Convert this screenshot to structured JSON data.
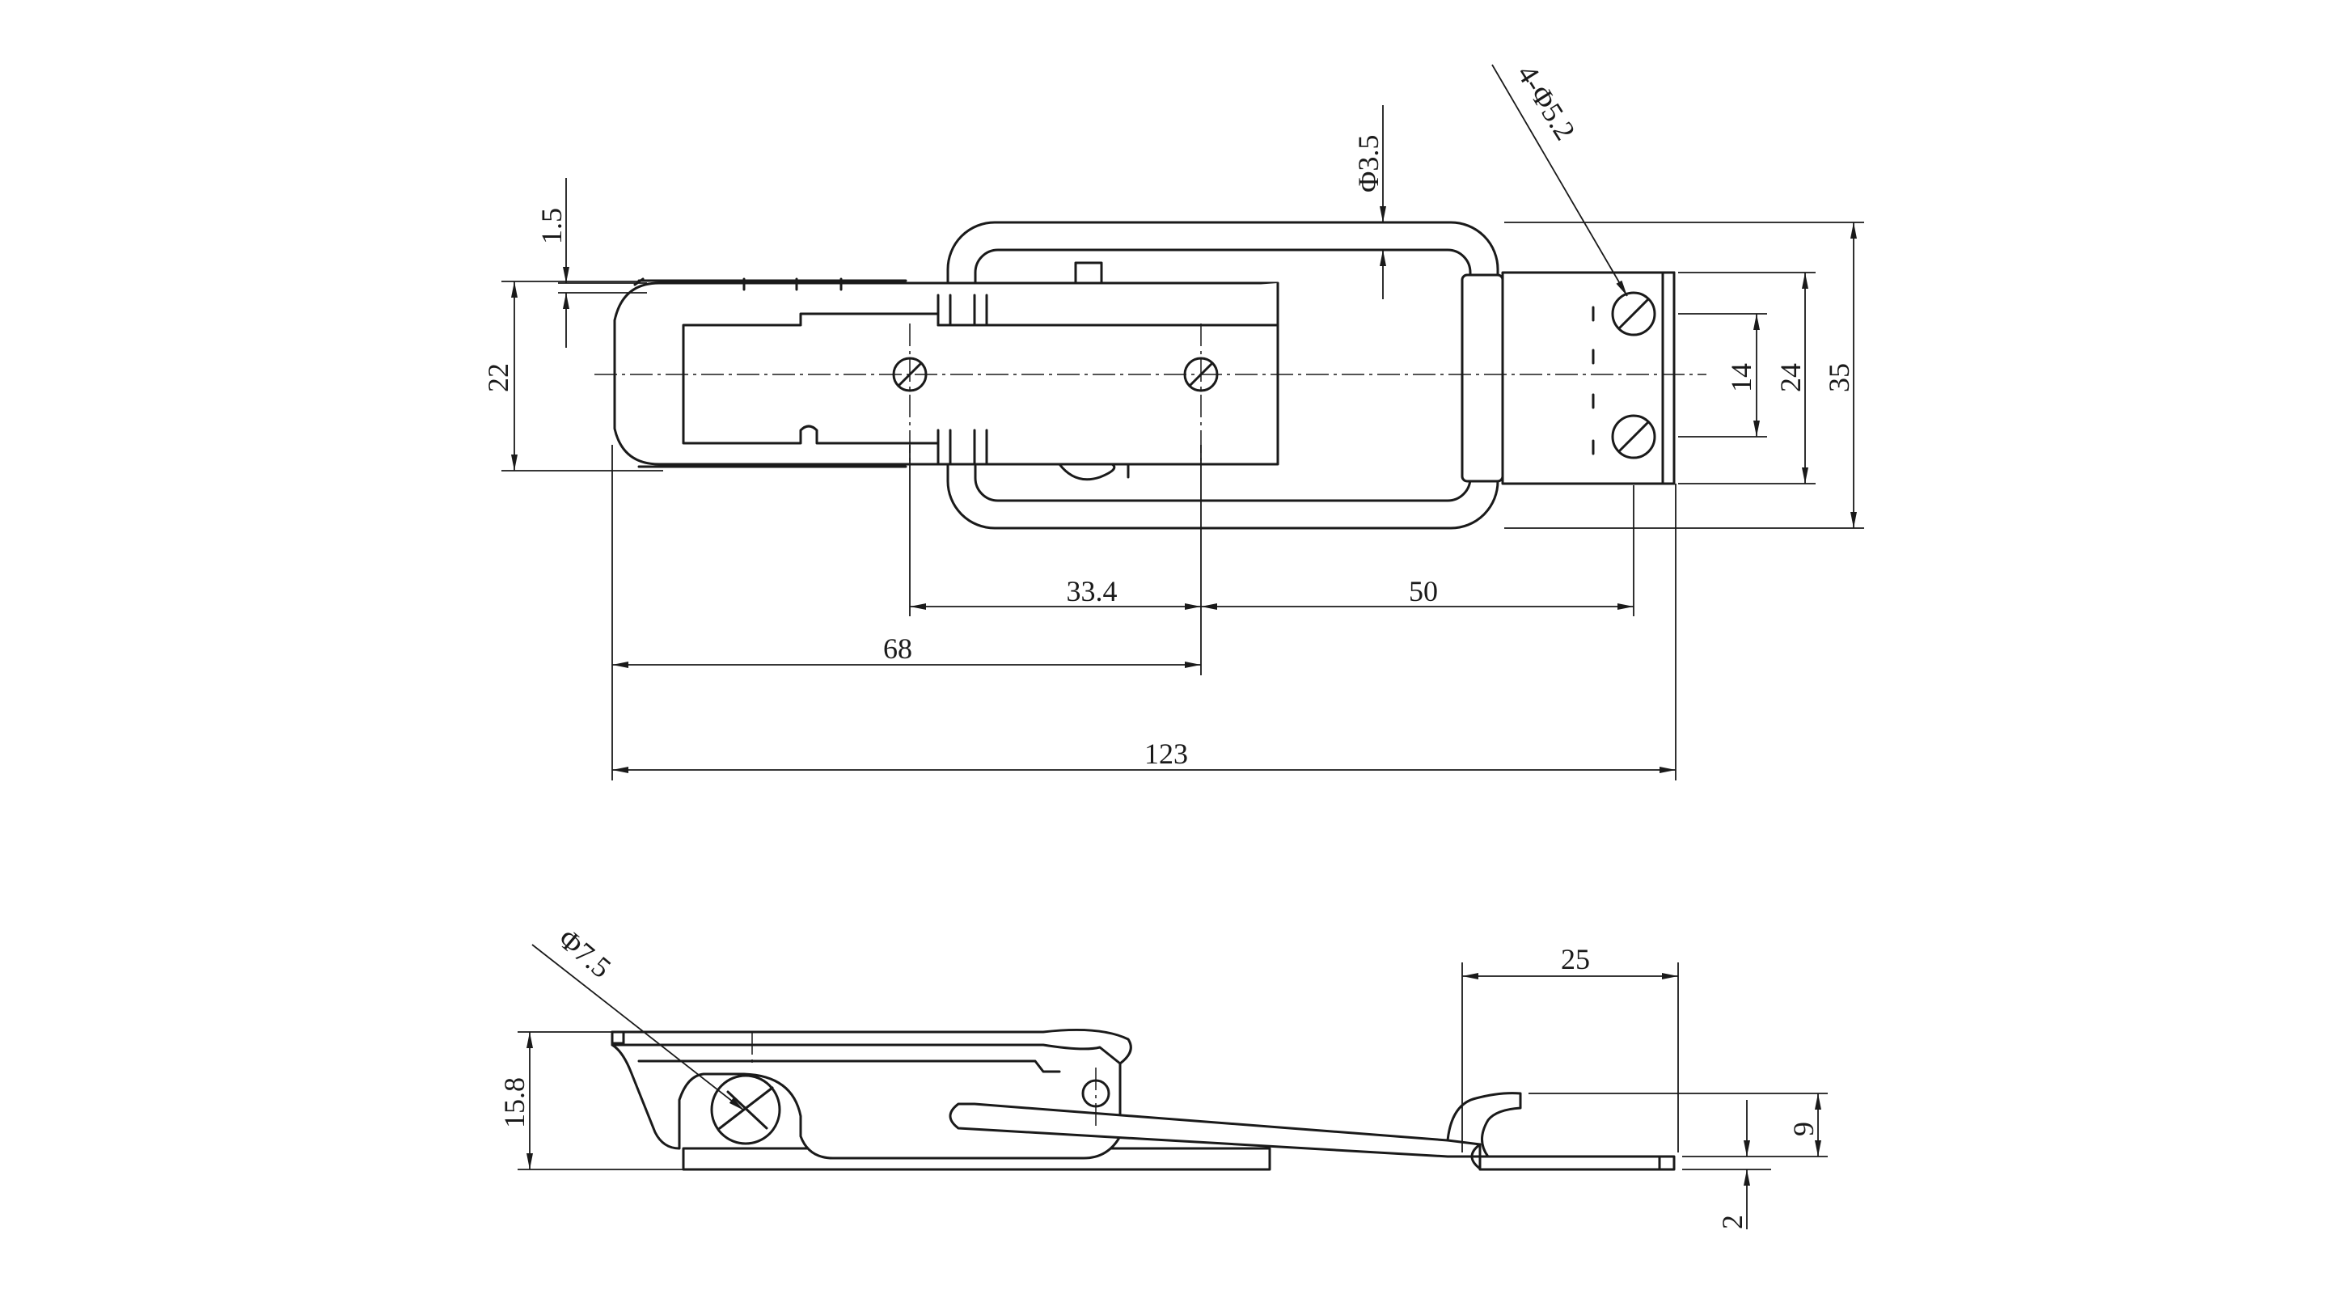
{
  "top_view": {
    "dims": {
      "d_1_5": "1.5",
      "d_22": "22",
      "d_phi3_5": "Φ3.5",
      "d_4_phi5_2": "4-Φ5.2",
      "d_14": "14",
      "d_24": "24",
      "d_35": "35",
      "d_33_4": "33.4",
      "d_50": "50",
      "d_68": "68",
      "d_123": "123"
    }
  },
  "side_view": {
    "dims": {
      "d_phi7_5": "Φ7.5",
      "d_15_8": "15.8",
      "d_25": "25",
      "d_9": "9",
      "d_2": "2"
    }
  },
  "colors": {
    "line": "#1a1a1a",
    "background": "#ffffff"
  }
}
